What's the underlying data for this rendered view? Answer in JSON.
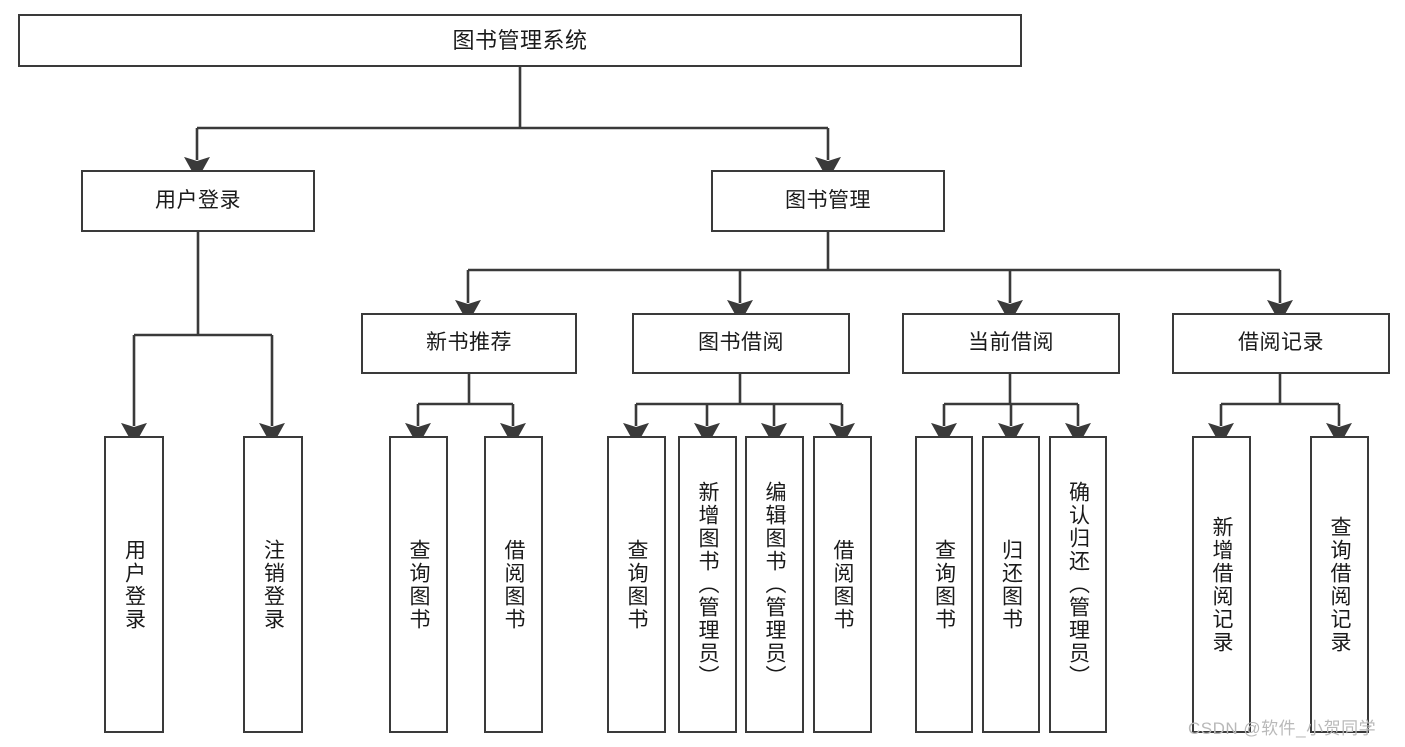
{
  "diagram": {
    "title": "图书管理系统",
    "type": "hierarchy-tree",
    "levels": 4
  },
  "root": {
    "label": "图书管理系统"
  },
  "level2": [
    {
      "id": "user-login",
      "label": "用户登录"
    },
    {
      "id": "book-management",
      "label": "图书管理"
    }
  ],
  "level3": [
    {
      "id": "new-book-recommend",
      "label": "新书推荐"
    },
    {
      "id": "book-borrow",
      "label": "图书借阅"
    },
    {
      "id": "current-borrow",
      "label": "当前借阅"
    },
    {
      "id": "borrow-record",
      "label": "借阅记录"
    }
  ],
  "leaves": {
    "user_login": [
      {
        "id": "leaf-user-login",
        "label": "用户登录"
      },
      {
        "id": "leaf-logout-login",
        "label": "注销登录"
      }
    ],
    "new_book_recommend": [
      {
        "id": "leaf-query-book-1",
        "label": "查询图书"
      },
      {
        "id": "leaf-borrow-book-1",
        "label": "借阅图书"
      }
    ],
    "book_borrow": [
      {
        "id": "leaf-query-book-2",
        "label": "查询图书"
      },
      {
        "id": "leaf-add-book",
        "label": "新增图书（管理员）"
      },
      {
        "id": "leaf-edit-book",
        "label": "编辑图书（管理员）"
      },
      {
        "id": "leaf-borrow-book-2",
        "label": "借阅图书"
      }
    ],
    "current_borrow": [
      {
        "id": "leaf-query-book-3",
        "label": "查询图书"
      },
      {
        "id": "leaf-return-book",
        "label": "归还图书"
      },
      {
        "id": "leaf-confirm-return",
        "label": "确认归还（管理员）"
      }
    ],
    "borrow_record": [
      {
        "id": "leaf-add-record",
        "label": "新增借阅记录"
      },
      {
        "id": "leaf-query-record",
        "label": "查询借阅记录"
      }
    ]
  },
  "watermark": {
    "text": "CSDN @软件_小贺同学"
  },
  "colors": {
    "stroke": "#3a3a3a",
    "text": "#1a1a1a",
    "background": "#ffffff",
    "watermark": "#b9b9b9"
  }
}
